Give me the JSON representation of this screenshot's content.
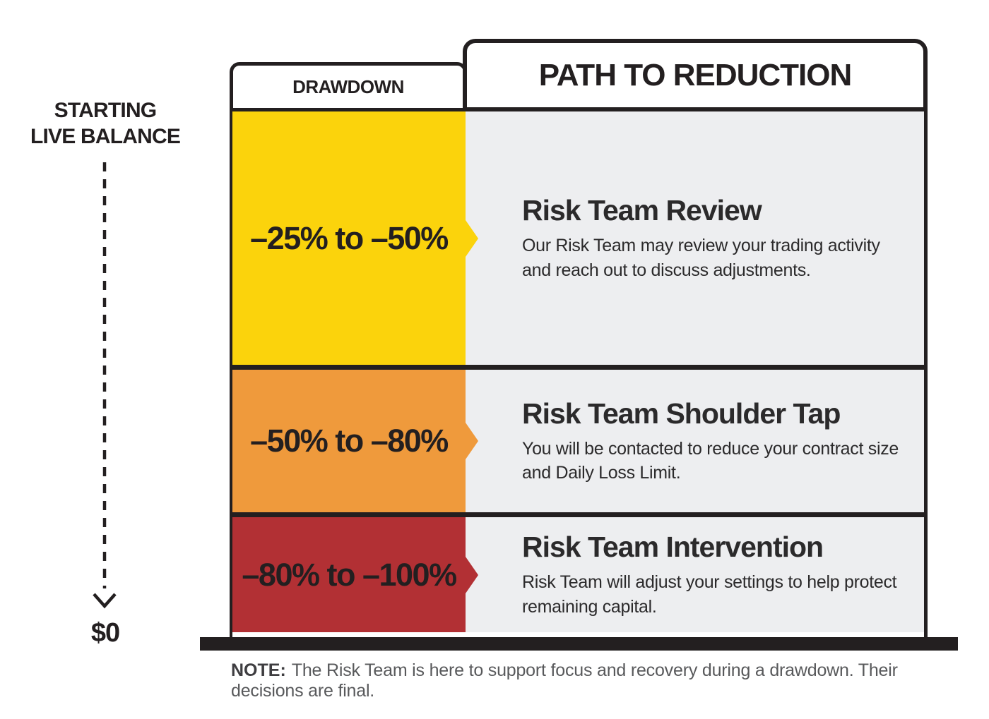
{
  "left_rail": {
    "starting_label_line1": "STARTING",
    "starting_label_line2": "LIVE BALANCE",
    "zero_label": "$0",
    "arrow_icon": "dashed-down-arrow"
  },
  "table": {
    "columns": {
      "drawdown": "DRAWDOWN",
      "path": "PATH TO REDUCTION"
    },
    "rows": [
      {
        "range": "–25% to –50%",
        "title": "Risk Team Review",
        "description": "Our Risk Team may review your trading activity and reach out to discuss adjustments.",
        "color": "#FBD30C"
      },
      {
        "range": "–50% to –80%",
        "title": "Risk Team Shoulder Tap",
        "description": "You will be contacted to reduce your contract size and Daily Loss Limit.",
        "color": "#EF9A3C"
      },
      {
        "range": "–80% to –100%",
        "title": "Risk Team Intervention",
        "description": "Risk Team will adjust your settings to help protect remaining capital.",
        "color": "#B23034"
      }
    ]
  },
  "note": {
    "label": "NOTE:",
    "text": "The Risk Team is here to support focus and recovery during a drawdown. Their decisions are final."
  },
  "colors": {
    "panel_gray": "#EDEEF0",
    "line_black": "#231F20",
    "note_text": "#58595B"
  }
}
